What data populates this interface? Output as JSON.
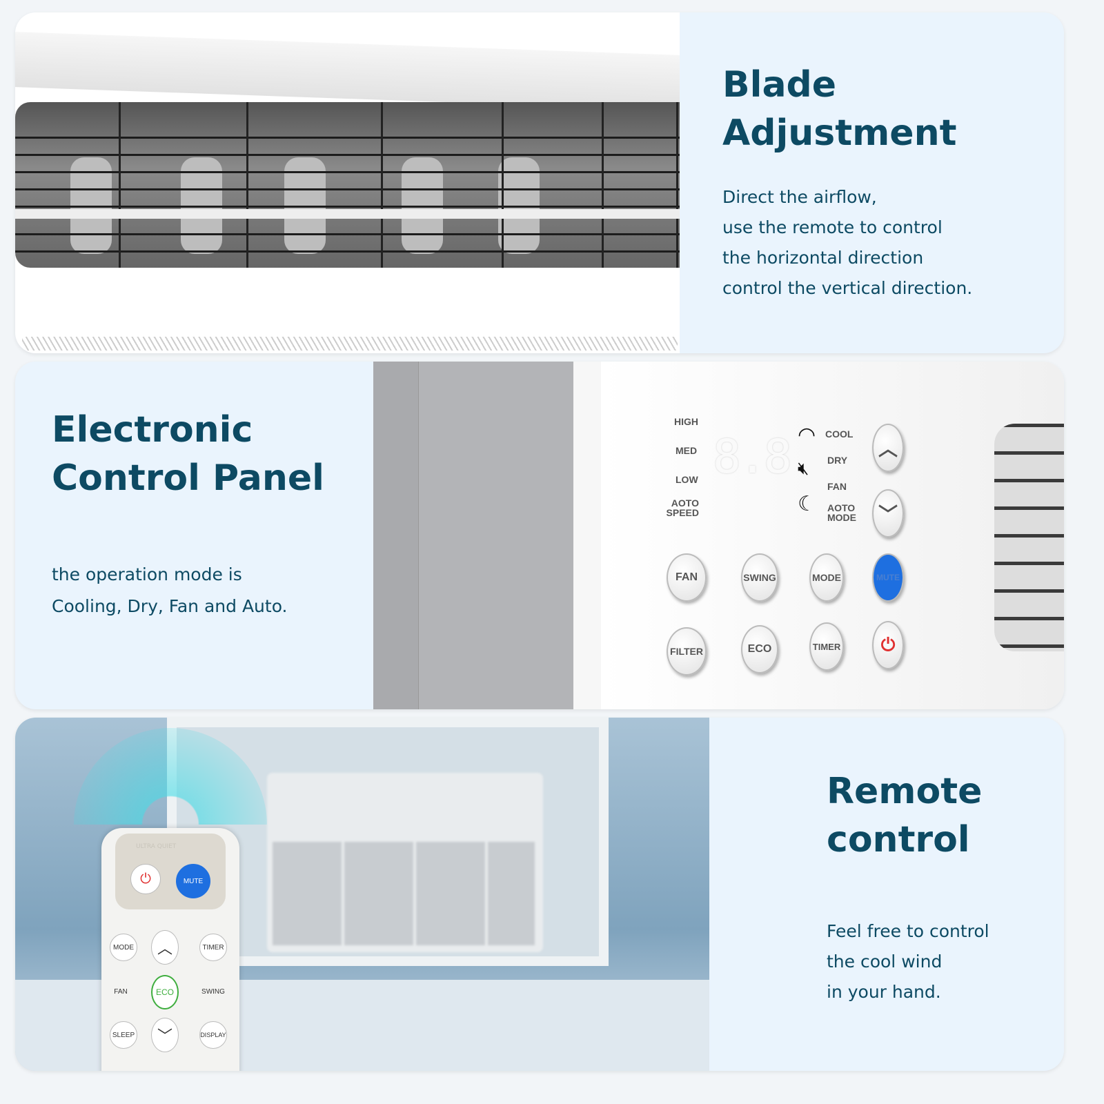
{
  "sections": [
    {
      "title_line1": "Blade",
      "title_line2": "Adjustment",
      "body": [
        "Direct the airflow,",
        "use the remote to control",
        "the horizontal direction",
        "control the vertical direction."
      ]
    },
    {
      "title_line1": "Electronic",
      "title_line2": "Control Panel",
      "body": [
        "the operation mode is",
        "Cooling, Dry, Fan and Auto."
      ]
    },
    {
      "title_line1": "Remote",
      "title_line2": "control",
      "body": [
        "Feel free to control",
        "the cool wind",
        "in your hand."
      ]
    }
  ],
  "control_panel": {
    "speed_labels": [
      "HIGH",
      "MED",
      "LOW",
      "AOTO SPEED"
    ],
    "mode_labels": [
      "COOL",
      "DRY",
      "FAN",
      "AOTO MODE"
    ],
    "display": "8.8",
    "buttons": [
      "FAN",
      "SWING",
      "MODE",
      "MUTE",
      "FILTER",
      "ECO",
      "TIMER"
    ],
    "icons": [
      "wifi-icon",
      "mute-icon",
      "moon-icon",
      "chevron-up-icon",
      "chevron-down-icon",
      "power-icon"
    ]
  },
  "remote": {
    "brand": "ULTRA QUIET",
    "buttons": [
      "MUTE",
      "MODE",
      "TIMER",
      "FAN",
      "ECO",
      "SWING",
      "SLEEP",
      "DISPLAY"
    ]
  },
  "colors": {
    "title": "#0d4a63",
    "panel_bg": "#eaf4fd",
    "mute_blue": "#1e6fe0",
    "power_red": "#e03030",
    "eco_green": "#3fae3f"
  }
}
